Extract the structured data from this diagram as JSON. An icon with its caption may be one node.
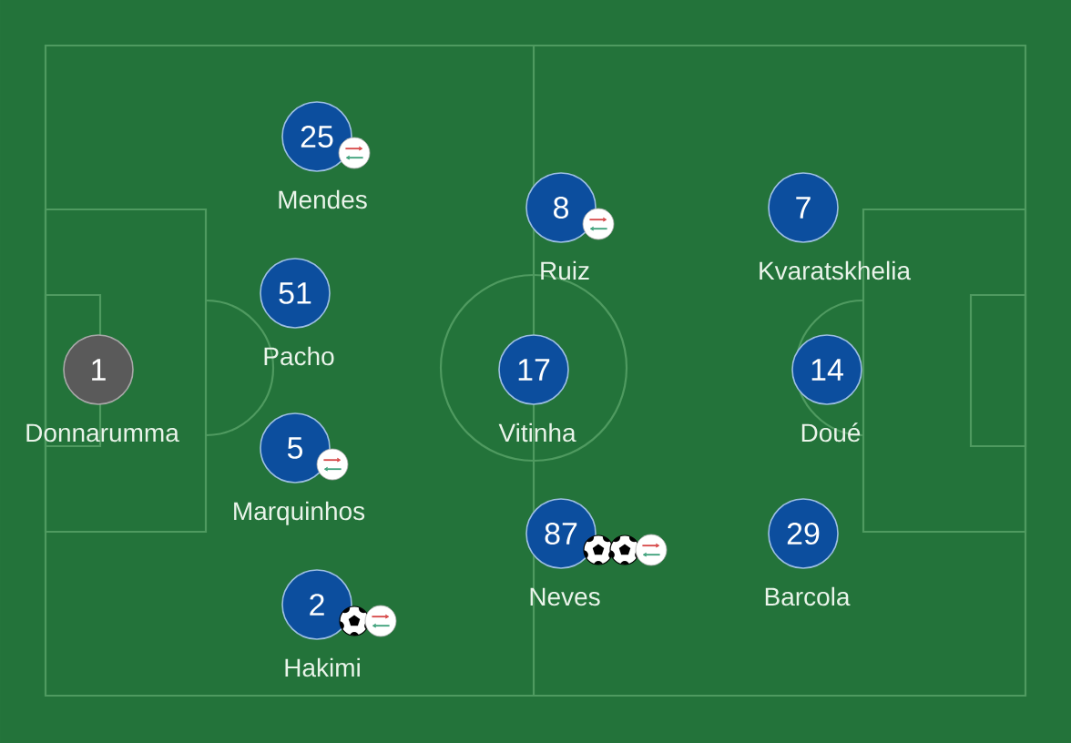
{
  "diagram": {
    "nodes": [
      {
        "text": [
          "1"
        ],
        "beside": [
          "Donnarumma"
        ]
      },
      {
        "text": [
          "25"
        ],
        "beside": [
          "Mendes"
        ]
      },
      {
        "text": [
          "51"
        ],
        "beside": [
          "Pacho"
        ]
      },
      {
        "text": [
          "5"
        ],
        "beside": [
          "Marquinhos"
        ]
      },
      {
        "text": [
          "2"
        ],
        "beside": [
          "Hakimi"
        ]
      },
      {
        "text": [
          "8"
        ],
        "beside": [
          "Ruiz"
        ]
      },
      {
        "text": [
          "17"
        ],
        "beside": [
          "Vitinha"
        ]
      },
      {
        "text": [
          "87"
        ],
        "beside": [
          "Neves"
        ]
      },
      {
        "text": [
          "7"
        ],
        "beside": [
          "Kvaratskhelia"
        ]
      },
      {
        "text": [
          "14"
        ],
        "beside": [
          "Doué"
        ]
      },
      {
        "text": [
          "29"
        ],
        "beside": [
          "Barcola"
        ]
      }
    ]
  }
}
